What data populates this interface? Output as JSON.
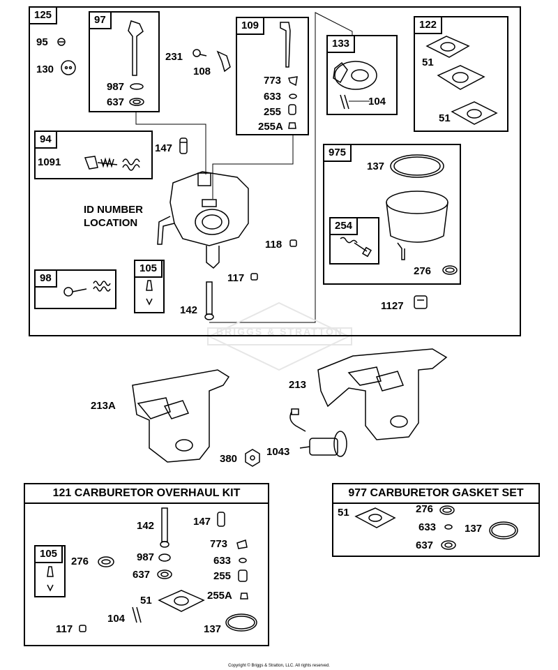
{
  "main_assembly": {
    "tag": "125",
    "labels": [
      "95",
      "130",
      "231",
      "108",
      "147",
      "118",
      "117",
      "142",
      "1127"
    ],
    "id_note": {
      "line1": "ID NUMBER",
      "line2": "LOCATION"
    },
    "boxes": {
      "b97": {
        "tag": "97",
        "labels": [
          "987",
          "637"
        ]
      },
      "b109": {
        "tag": "109",
        "labels": [
          "773",
          "633",
          "255",
          "255A"
        ]
      },
      "b133": {
        "tag": "133",
        "labels": [
          "104"
        ]
      },
      "b122": {
        "tag": "122",
        "labels": [
          "51",
          "51"
        ]
      },
      "b94": {
        "tag": "94",
        "labels": [
          "1091"
        ]
      },
      "b975": {
        "tag": "975",
        "labels": [
          "137",
          "276"
        ]
      },
      "b254": {
        "tag": "254"
      },
      "b98": {
        "tag": "98"
      },
      "b105": {
        "tag": "105"
      }
    }
  },
  "bracket_area": {
    "labels": [
      "213A",
      "213",
      "380",
      "1043"
    ]
  },
  "watermark": "BRIGGS & STRATTON",
  "overhaul_kit": {
    "title": "121 CARBURETOR OVERHAUL KIT",
    "labels": [
      "142",
      "147",
      "773",
      "276",
      "987",
      "633",
      "637",
      "255",
      "51",
      "255A",
      "104",
      "117",
      "137"
    ],
    "sub_box": {
      "tag": "105"
    }
  },
  "gasket_set": {
    "title": "977 CARBURETOR GASKET SET",
    "labels": [
      "51",
      "276",
      "633",
      "137",
      "637"
    ]
  },
  "copyright": "Copyright © Briggs & Stratton, LLC. All rights reserved."
}
